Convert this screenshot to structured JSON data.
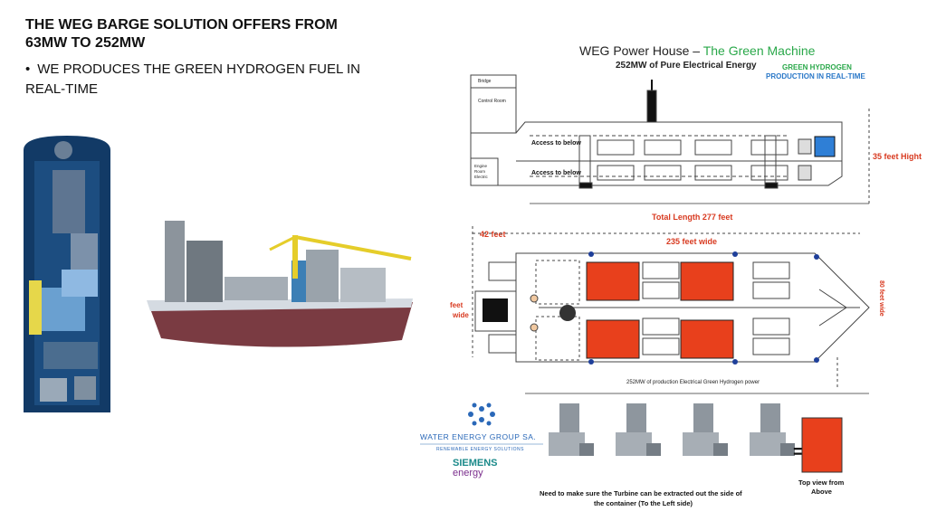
{
  "slide": {
    "title_line1": "THE WEG BARGE SOLUTION OFFERS FROM",
    "title_line2": "63MW  TO  252MW",
    "bullet_line1": "WE PRODUCES THE GREEN HYDROGEN FUEL IN",
    "bullet_line2": "REAL-TIME"
  },
  "diagram": {
    "header_black": "WEG Power House – ",
    "header_green": "The Green Machine",
    "subheader": "252MW of Pure Electrical Energy",
    "green_hydrogen": "GREEN HYDROGEN",
    "production_realtime": "PRODUCTION IN REAL-TIME",
    "bridge": "Bridge",
    "control_room": "Control Room",
    "engine_room_1": "Engine",
    "engine_room_2": "Room",
    "engine_room_3": "Electric",
    "access_upper": "Access to below",
    "access_lower": "Access to below",
    "height": "35 feet Hight",
    "total_length": "Total Length 277 feet",
    "width_42": "42 feet",
    "width_235": "235 feet wide",
    "left_feet": "feet",
    "left_wide": "wide",
    "right_80": "80 feet wide",
    "production_caption": "252MW of production Electrical Green Hydrogen power"
  },
  "logos": {
    "weg_name": "WATER ENERGY GROUP SA.",
    "weg_tagline": "RENEWABLE ENERGY SOLUTIONS",
    "siemens": "SIEMENS",
    "energy": "energy"
  },
  "turbines": {
    "equals": "=",
    "top_view_1": "Top view from",
    "top_view_2": "Above",
    "note_1": "Need to make sure the Turbine can be extracted out the side of",
    "note_2": "the container (To the Left side)"
  },
  "colors": {
    "red_label": "#d83a20",
    "green": "#2aa84a",
    "blue_label": "#2a78c8",
    "block_red": "#e8401c",
    "box_blue": "#2f7fd6",
    "line": "#444444"
  }
}
